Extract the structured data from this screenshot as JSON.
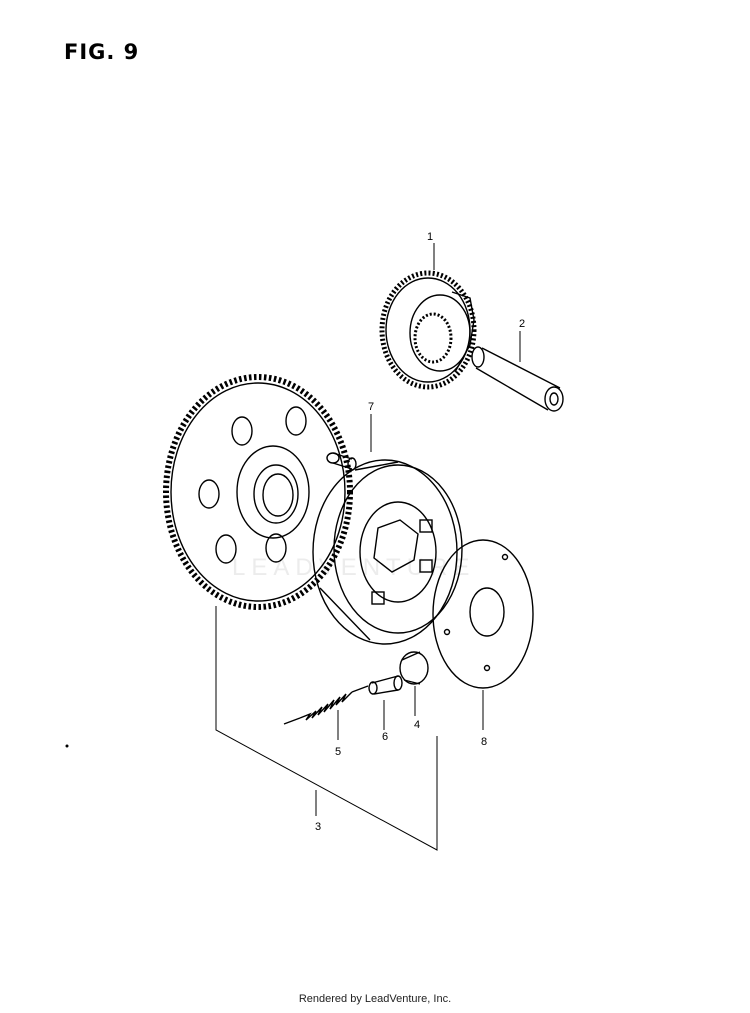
{
  "figure": {
    "title": "FIG. 9"
  },
  "watermark": "LEADVENTURE",
  "callouts": [
    {
      "id": "1",
      "label": "1"
    },
    {
      "id": "2",
      "label": "2"
    },
    {
      "id": "3",
      "label": "3"
    },
    {
      "id": "4",
      "label": "4"
    },
    {
      "id": "5",
      "label": "5"
    },
    {
      "id": "6",
      "label": "6"
    },
    {
      "id": "7",
      "label": "7"
    },
    {
      "id": "8",
      "label": "8"
    }
  ],
  "footer": {
    "credit": "Rendered by LeadVenture, Inc."
  },
  "colors": {
    "line": "#000000",
    "background": "#ffffff",
    "watermark": "#ececec"
  }
}
